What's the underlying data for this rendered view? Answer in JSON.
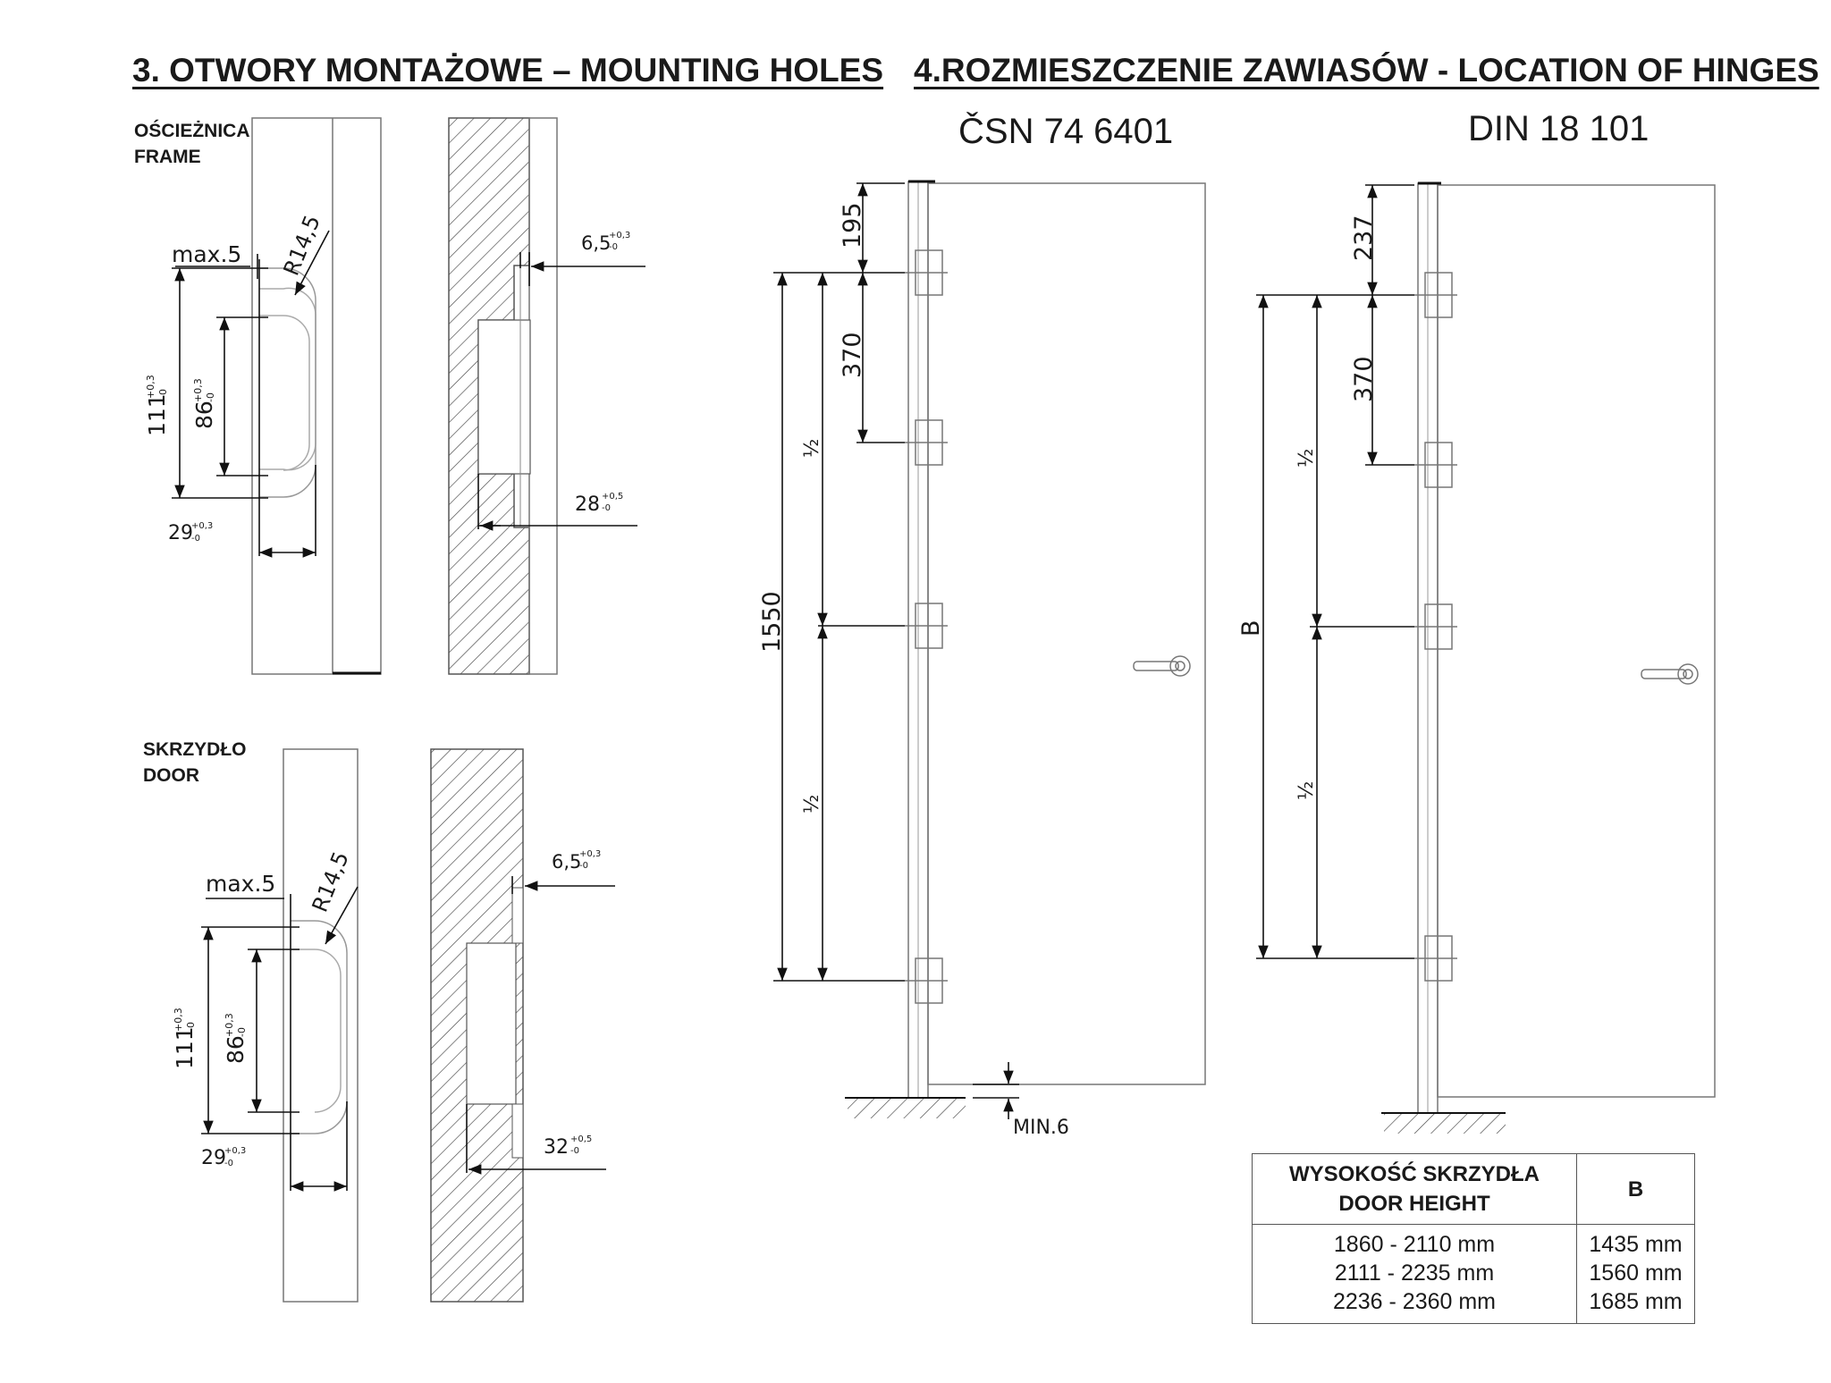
{
  "titles": {
    "mounting_holes": "3. OTWORY MONTAŻOWE – MOUNTING HOLES",
    "hinge_location": "4.ROZMIESZCZENIE ZAWIASÓW  - LOCATION OF HINGES"
  },
  "labels": {
    "frame": [
      "OŚCIEŻNICA",
      "FRAME"
    ],
    "door": [
      "SKRZYDŁO",
      "DOOR"
    ]
  },
  "standards": {
    "csn": "ČSN 74 6401",
    "din": "DIN 18 101"
  },
  "frame_dims": {
    "max": "max.5",
    "radius": "R14,5",
    "d111": "111",
    "d111_tol_plus": "+0,3",
    "d111_tol_minus": "-0",
    "d86": "86",
    "d86_tol_plus": "+0,3",
    "d86_tol_minus": "-0",
    "d29": "29",
    "d29_tol_plus": "+0,3",
    "d29_tol_minus": "-0",
    "d65": "6,5",
    "d65_tol_plus": "+0,3",
    "d65_tol_minus": "-0",
    "depth": "28",
    "depth_tol_plus": "+0,5",
    "depth_tol_minus": "-0"
  },
  "door_dims": {
    "max": "max.5",
    "radius": "R14,5",
    "d111": "111",
    "d111_tol_plus": "+0,3",
    "d111_tol_minus": "-0",
    "d86": "86",
    "d86_tol_plus": "+0,3",
    "d86_tol_minus": "-0",
    "d29": "29",
    "d29_tol_plus": "+0,3",
    "d29_tol_minus": "-0",
    "d65": "6,5",
    "d65_tol_plus": "+0,3",
    "d65_tol_minus": "-0",
    "depth": "32",
    "depth_tol_plus": "+0,5",
    "depth_tol_minus": "-0"
  },
  "csn_dims": {
    "top": "195",
    "spacing": "370",
    "total": "1550",
    "half": "½",
    "min_gap": "MIN.6"
  },
  "din_dims": {
    "top": "237",
    "spacing": "370",
    "total": "B",
    "half": "½"
  },
  "height_table": {
    "header_range": [
      "WYSOKOŚĆ SKRZYDŁA",
      "DOOR HEIGHT"
    ],
    "header_b": "B",
    "rows": [
      {
        "range": "1860 - 2110 mm",
        "b": "1435 mm"
      },
      {
        "range": "2111 - 2235 mm",
        "b": "1560 mm"
      },
      {
        "range": "2236 - 2360 mm",
        "b": "1685 mm"
      }
    ]
  }
}
